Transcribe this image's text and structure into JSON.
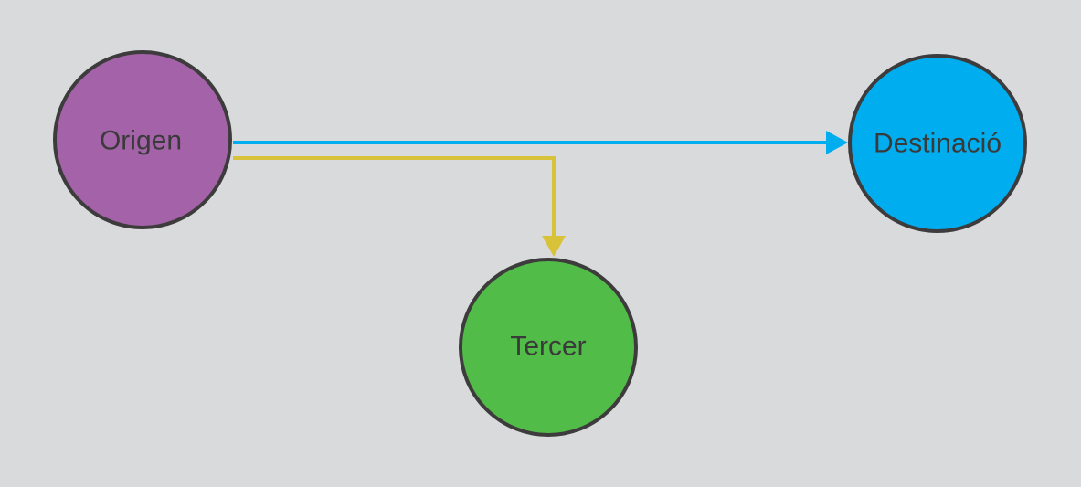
{
  "diagram": {
    "background": "#d9dadc",
    "nodes": [
      {
        "id": "origen",
        "label": "Origen",
        "fill": "#a463a8"
      },
      {
        "id": "destinacio",
        "label": "Destinació",
        "fill": "#00adee"
      },
      {
        "id": "tercer",
        "label": "Tercer",
        "fill": "#51bc48"
      }
    ],
    "edges": [
      {
        "from": "origen",
        "to": "destinacio",
        "color": "#00adee"
      },
      {
        "from": "origen",
        "to": "tercer",
        "color": "#d8c23a"
      }
    ]
  }
}
